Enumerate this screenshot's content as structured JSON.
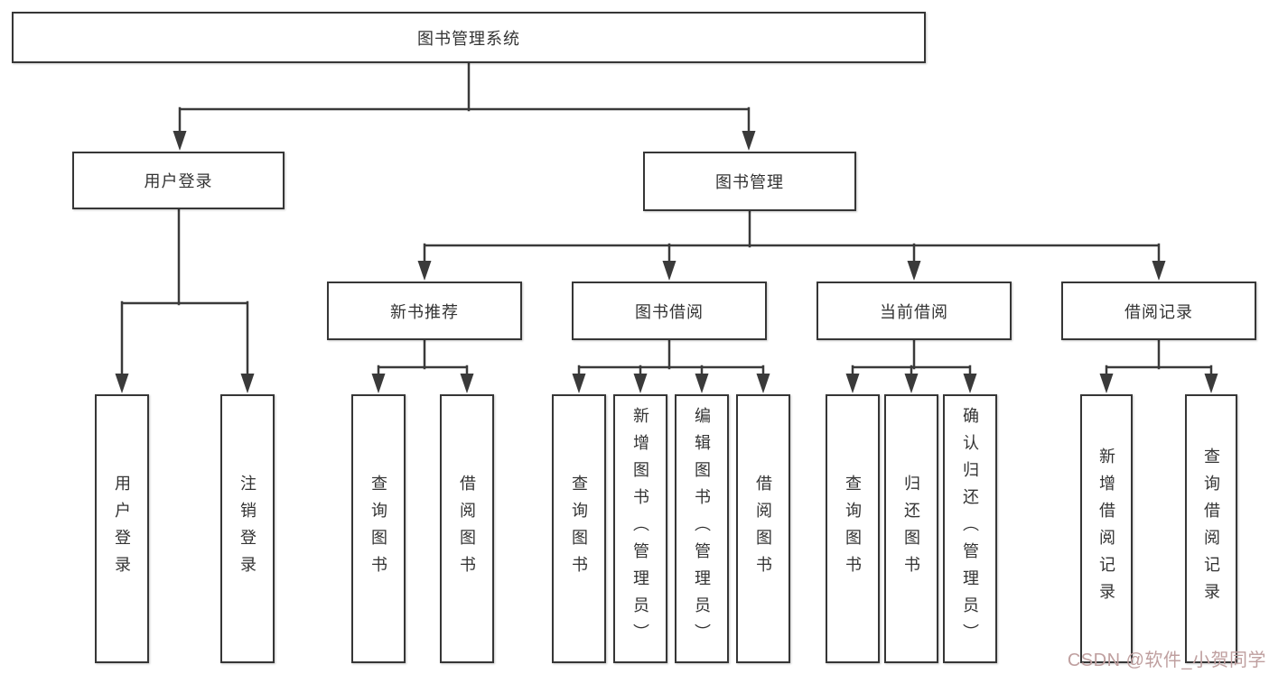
{
  "page": {
    "background": "#ffffff"
  },
  "diagram": {
    "root": {
      "label": "图书管理系统"
    },
    "level2": [
      {
        "label": "用户登录"
      },
      {
        "label": "图书管理"
      }
    ],
    "level3": [
      {
        "label": "新书推荐"
      },
      {
        "label": "图书借阅"
      },
      {
        "label": "当前借阅"
      },
      {
        "label": "借阅记录"
      }
    ],
    "leaves": {
      "user_login": [
        "用户登录",
        "注销登录"
      ],
      "new_books": [
        "查询图书",
        "借阅图书"
      ],
      "book_borrow": [
        "查询图书",
        "新增图书（管理员）",
        "编辑图书（管理员）",
        "借阅图书"
      ],
      "current_borrow": [
        "查询图书",
        "归还图书",
        "确认归还（管理员）"
      ],
      "borrow_records": [
        "新增借阅记录",
        "查询借阅记录"
      ]
    },
    "colors": {
      "line": "#3a3a3a",
      "box_border": "#363636",
      "box_background": "#ffffff",
      "text": "#333333"
    }
  },
  "watermark": {
    "text": "CSDN @软件_小贺同学",
    "color": "#bf9f9f"
  }
}
